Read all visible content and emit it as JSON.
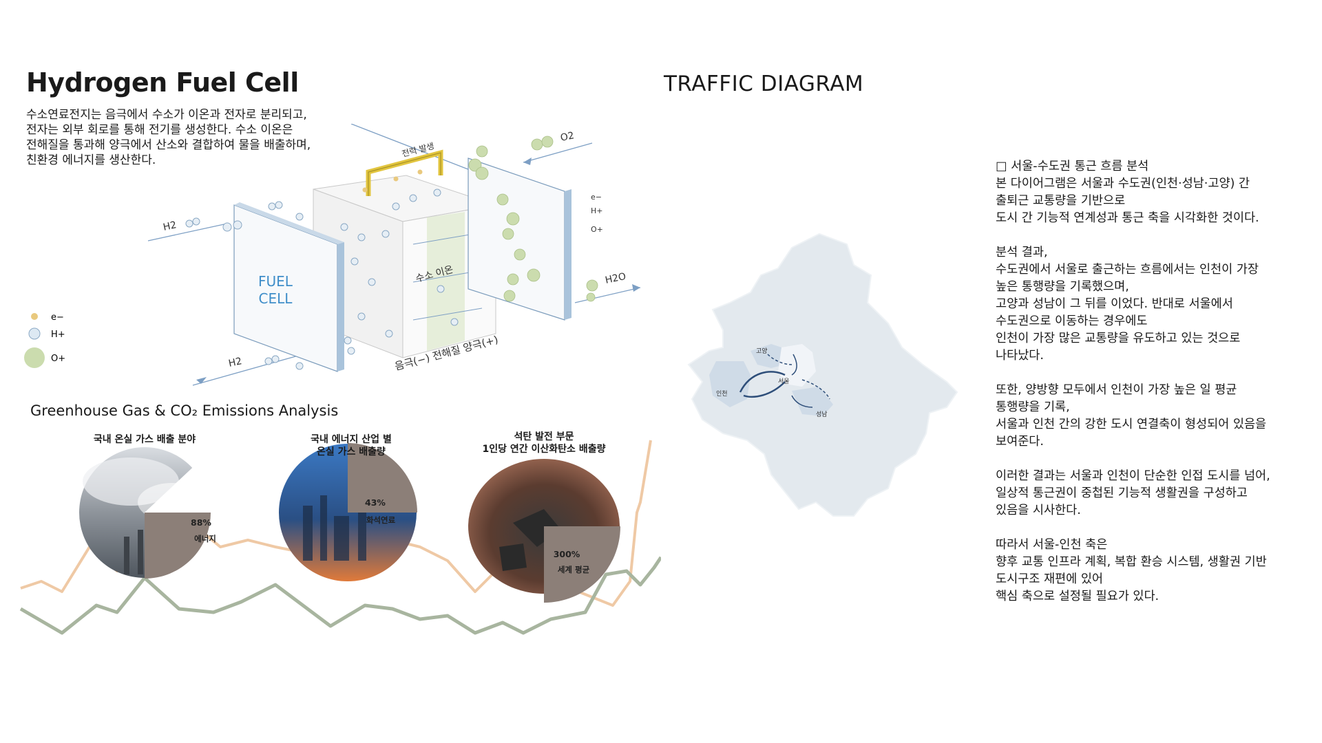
{
  "fuel_cell": {
    "title": "Hydrogen Fuel Cell",
    "intro_lines": [
      "수소연료전지는 음극에서 수소가 이온과 전자로 분리되고,",
      "전자는 외부 회로를 통해 전기를 생성한다. 수소 이온은",
      "전해질을 통과해 양극에서 산소와 결합하여 물을 배출하며,",
      "친환경 에너지를 생산한다."
    ],
    "diagram": {
      "power_label": "전력 발생",
      "o2": "O2",
      "h2_top": "H2",
      "h2_bottom": "H2",
      "h2o": "H2O",
      "panel_label_1": "FUEL",
      "panel_label_2": "CELL",
      "ion_label": "수소 이온",
      "bottom_label": "음극(−) 전해질 양극(+)",
      "side_e": "e−",
      "side_h": "H+",
      "side_o": "O+"
    },
    "legend": [
      {
        "label": "e−",
        "color": "#e9c97e"
      },
      {
        "label": "H+",
        "color": "#dde9f3"
      },
      {
        "label": "O+",
        "color": "#cbdcae"
      }
    ]
  },
  "traffic": {
    "title": "TRAFFIC DIAGRAM",
    "map_labels": {
      "goyang": "고양",
      "seoul": "서울",
      "incheon": "인천",
      "seongnam": "성남"
    },
    "paragraphs": [
      [
        "□ 서울-수도권 통근 흐름 분석",
        "본 다이어그램은 서울과 수도권(인천·성남·고양) 간",
        "출퇴근 교통량을 기반으로",
        "도시 간 기능적 연계성과 통근 축을 시각화한 것이다."
      ],
      [
        "분석 결과,",
        "수도권에서 서울로 출근하는 흐름에서는 인천이 가장",
        "높은 통행량을 기록했으며,",
        "고양과 성남이 그 뒤를 이었다. 반대로 서울에서",
        "수도권으로 이동하는 경우에도",
        "인천이 가장 많은 교통량을 유도하고 있는 것으로",
        "나타났다."
      ],
      [
        "또한, 양방향 모두에서 인천이 가장 높은 일 평균",
        "통행량을 기록,",
        "서울과 인천 간의 강한 도시 연결축이 형성되어 있음을",
        "보여준다."
      ],
      [
        "이러한 결과는 서울과 인천이 단순한 인접 도시를 넘어,",
        "일상적 통근권이 중첩된 기능적 생활권을 구성하고",
        "있음을 시사한다."
      ],
      [
        "따라서 서울-인천 축은",
        "향후 교통 인프라 계획, 복합 환승 시스템, 생활권 기반",
        "도시구조 재편에 있어",
        "핵심 축으로 설정될 필요가 있다."
      ]
    ]
  },
  "emissions": {
    "title": "Greenhouse Gas & CO₂ Emissions Analysis",
    "pies": [
      {
        "label_lines": [
          "국내 온실 가스 배출 분야"
        ],
        "value": 88,
        "value_text": "88%",
        "caption": "에너지"
      },
      {
        "label_lines": [
          "국내 에너지 산업 별",
          "온실 가스 배출량"
        ],
        "value": 43,
        "value_text": "43%",
        "caption": "화석연료"
      },
      {
        "label_lines": [
          "석탄 발전 부문",
          "1인당 연간 이산화탄소 배출량"
        ],
        "value": 300,
        "value_text": "300%",
        "caption": "세계 평균"
      }
    ],
    "colors": {
      "line_orange": "#efc9a5",
      "line_green": "#a8b59f",
      "wedge": "#8c7f78"
    }
  }
}
